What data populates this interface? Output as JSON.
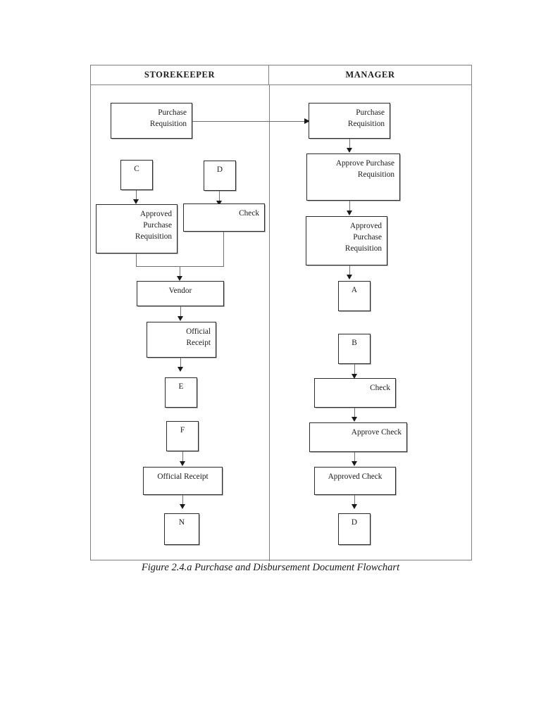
{
  "figure": {
    "caption": "Figure 2.4.a Purchase and Disbursement Document Flowchart"
  },
  "columns": [
    {
      "id": "storekeeper",
      "title": "STOREKEEPER"
    },
    {
      "id": "manager",
      "title": "MANAGER"
    }
  ],
  "storekeeper": {
    "nodes": [
      {
        "id": "sk-purchase-requisition",
        "label": "Purchase\nRequisition"
      },
      {
        "id": "sk-connector-c",
        "label": "C"
      },
      {
        "id": "sk-connector-d",
        "label": "D"
      },
      {
        "id": "sk-approved-purchase-requisition",
        "label": "Approved\nPurchase\nRequisition"
      },
      {
        "id": "sk-check",
        "label": "Check"
      },
      {
        "id": "sk-vendor",
        "label": "Vendor"
      },
      {
        "id": "sk-official-receipt",
        "label": "Official\nReceipt"
      },
      {
        "id": "sk-connector-e",
        "label": "E"
      },
      {
        "id": "sk-connector-f",
        "label": "F"
      },
      {
        "id": "sk-official-receipt-2",
        "label": "Official Receipt"
      },
      {
        "id": "sk-connector-n",
        "label": "N"
      }
    ]
  },
  "manager": {
    "nodes": [
      {
        "id": "mg-purchase-requisition",
        "label": "Purchase\nRequisition"
      },
      {
        "id": "mg-approve-purchase-requisition",
        "label": "Approve Purchase\nRequisition"
      },
      {
        "id": "mg-approved-purchase-requisition",
        "label": "Approved\nPurchase\nRequisition"
      },
      {
        "id": "mg-connector-a",
        "label": "A"
      },
      {
        "id": "mg-connector-b",
        "label": "B"
      },
      {
        "id": "mg-check",
        "label": "Check"
      },
      {
        "id": "mg-approve-check",
        "label": "Approve Check"
      },
      {
        "id": "mg-approved-check",
        "label": "Approved Check"
      },
      {
        "id": "mg-connector-d",
        "label": "D"
      }
    ]
  },
  "colors": {
    "frame_border": "#808080",
    "node_border": "#2b2b2b",
    "connector_line": "#6f6f6f",
    "arrow_fill": "#1a1a1a",
    "background": "#ffffff",
    "text": "#1a1a1a"
  }
}
